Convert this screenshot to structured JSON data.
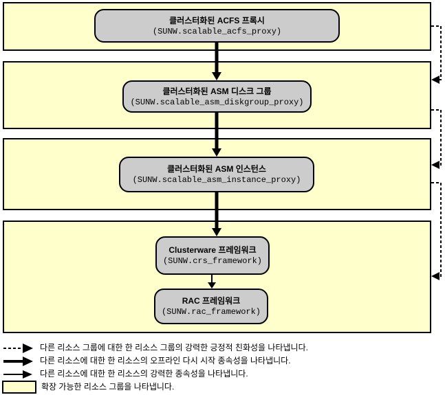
{
  "diagram": {
    "description": "Oracle Solaris Cluster resource group dependency diagram",
    "groups": [
      {
        "name": "clustered-acfs-proxy-group",
        "resources": [
          {
            "title": "클러스터화된 ACFS 프록시",
            "type": "(SUNW.scalable_acfs_proxy)"
          }
        ]
      },
      {
        "name": "clustered-asm-diskgroup-group",
        "resources": [
          {
            "title": "클러스터화된 ASM 디스크 그룹",
            "type": "(SUNW.scalable_asm_diskgroup_proxy)"
          }
        ]
      },
      {
        "name": "clustered-asm-instance-group",
        "resources": [
          {
            "title": "클러스터화된 ASM 인스턴스",
            "type": "(SUNW.scalable_asm_instance_proxy)"
          }
        ]
      },
      {
        "name": "rac-framework-group",
        "resources": [
          {
            "title": "Clusterware 프레임워크",
            "type": "(SUNW.crs_framework)"
          },
          {
            "title": "RAC 프레임워크",
            "type": "(SUNW.rac_framework)"
          }
        ]
      }
    ]
  },
  "legend": {
    "items": [
      {
        "symbol": "dashed-arrow",
        "text": "다른 리소스 그룹에 대한 한 리소스 그룹의 강력한 긍정적 친화성을 나타냅니다."
      },
      {
        "symbol": "thick-solid-arrow",
        "text": "다른 리소스에 대한 한 리소스의 오프라인 다시 시작 종속성을 나타냅니다."
      },
      {
        "symbol": "thin-solid-arrow",
        "text": "다른 리소스에 대한 한 리소스의 강력한 종속성을 나타냅니다."
      },
      {
        "symbol": "yellow-rectangle",
        "text": "확장 가능한 리소스 그룹을 나타냅니다."
      }
    ]
  },
  "colors": {
    "group_fill": "#FFFFCC",
    "resource_fill": "#CCCCCC",
    "border": "#000000",
    "arrow": "#000000",
    "background": "#FFFFFF"
  }
}
